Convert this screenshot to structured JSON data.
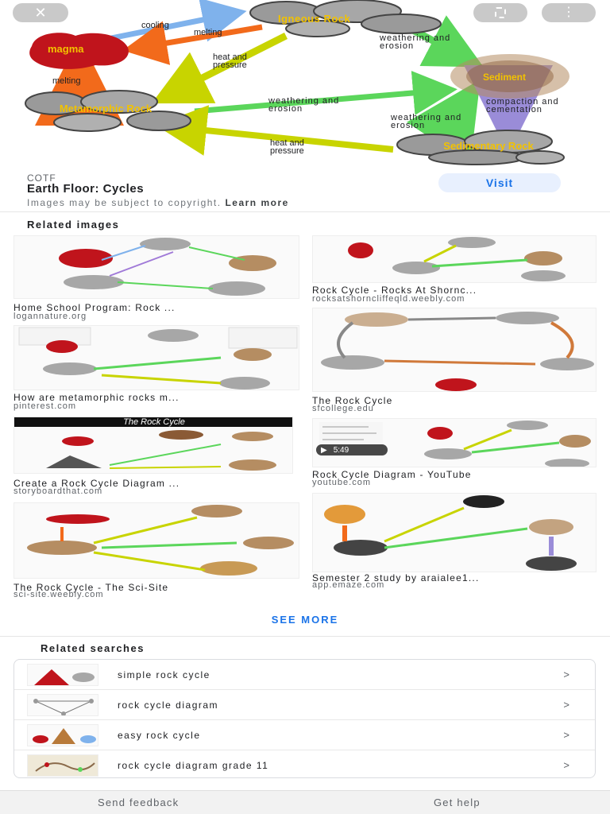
{
  "hero": {
    "labels": {
      "igneous": "Igneous Rock",
      "magma": "magma",
      "metamorphic": "Metamorphic Rock",
      "sediment": "Sediment",
      "sedimentary": "Sedimentary Rock",
      "cooling": "cooling",
      "melting_top": "melting",
      "melting_left": "melting",
      "heat_pressure_mid": "heat and pressure",
      "heat_pressure_bottom": "heat and pressure",
      "weathering_top": "weathering and erosion",
      "weathering_mid": "weathering and erosion",
      "weathering_bottom": "weathering and erosion",
      "compaction": "compaction and cementation"
    },
    "close_icon": "close-icon",
    "lens_icon": "lens-icon",
    "more_icon": "more-vert-icon"
  },
  "result": {
    "source": "COTF",
    "title": "Earth Floor: Cycles",
    "copyright": "Images may be subject to copyright.",
    "learn_more": "Learn more",
    "visit_label": "Visit"
  },
  "related_images": {
    "heading": "Related images",
    "items": [
      {
        "caption": "Home School Program: Rock ...",
        "domain": "logannature.org"
      },
      {
        "caption": "Rock Cycle - Rocks At Shornc...",
        "domain": "rocksatshorncliffeqld.weebly.com"
      },
      {
        "caption": "How are metamorphic rocks m...",
        "domain": "pinterest.com"
      },
      {
        "caption": "The Rock Cycle",
        "domain": "sfcollege.edu"
      },
      {
        "caption": "Create a Rock Cycle Diagram ...",
        "domain": "storyboardthat.com",
        "thumb_title": "The Rock Cycle"
      },
      {
        "caption": "Rock Cycle Diagram - YouTube",
        "domain": "youtube.com",
        "duration": "5:49"
      },
      {
        "caption": "The Rock Cycle - The Sci-Site",
        "domain": "sci-site.weebly.com"
      },
      {
        "caption": "Semester 2 study by araialee1...",
        "domain": "app.emaze.com"
      }
    ],
    "see_more": "SEE MORE"
  },
  "related_searches": {
    "heading": "Related searches",
    "items": [
      {
        "label": "simple rock cycle"
      },
      {
        "label": "rock cycle diagram"
      },
      {
        "label": "easy rock cycle"
      },
      {
        "label": "rock cycle diagram grade 11"
      }
    ],
    "chevron": ">"
  },
  "footer": {
    "feedback": "Send feedback",
    "help": "Get help"
  },
  "colors": {
    "accent": "#1a73e8",
    "visit_bg": "#e8f0fe",
    "rock_gray": "#9a9a9a",
    "magma_red": "#c0141c",
    "label_yellow": "#f2c200",
    "arrow_green": "#5bd65b",
    "arrow_yellow": "#c8d400",
    "arrow_orange": "#f26a1b",
    "arrow_blue": "#7fb2ec",
    "arrow_purple": "#9a8cd8"
  }
}
